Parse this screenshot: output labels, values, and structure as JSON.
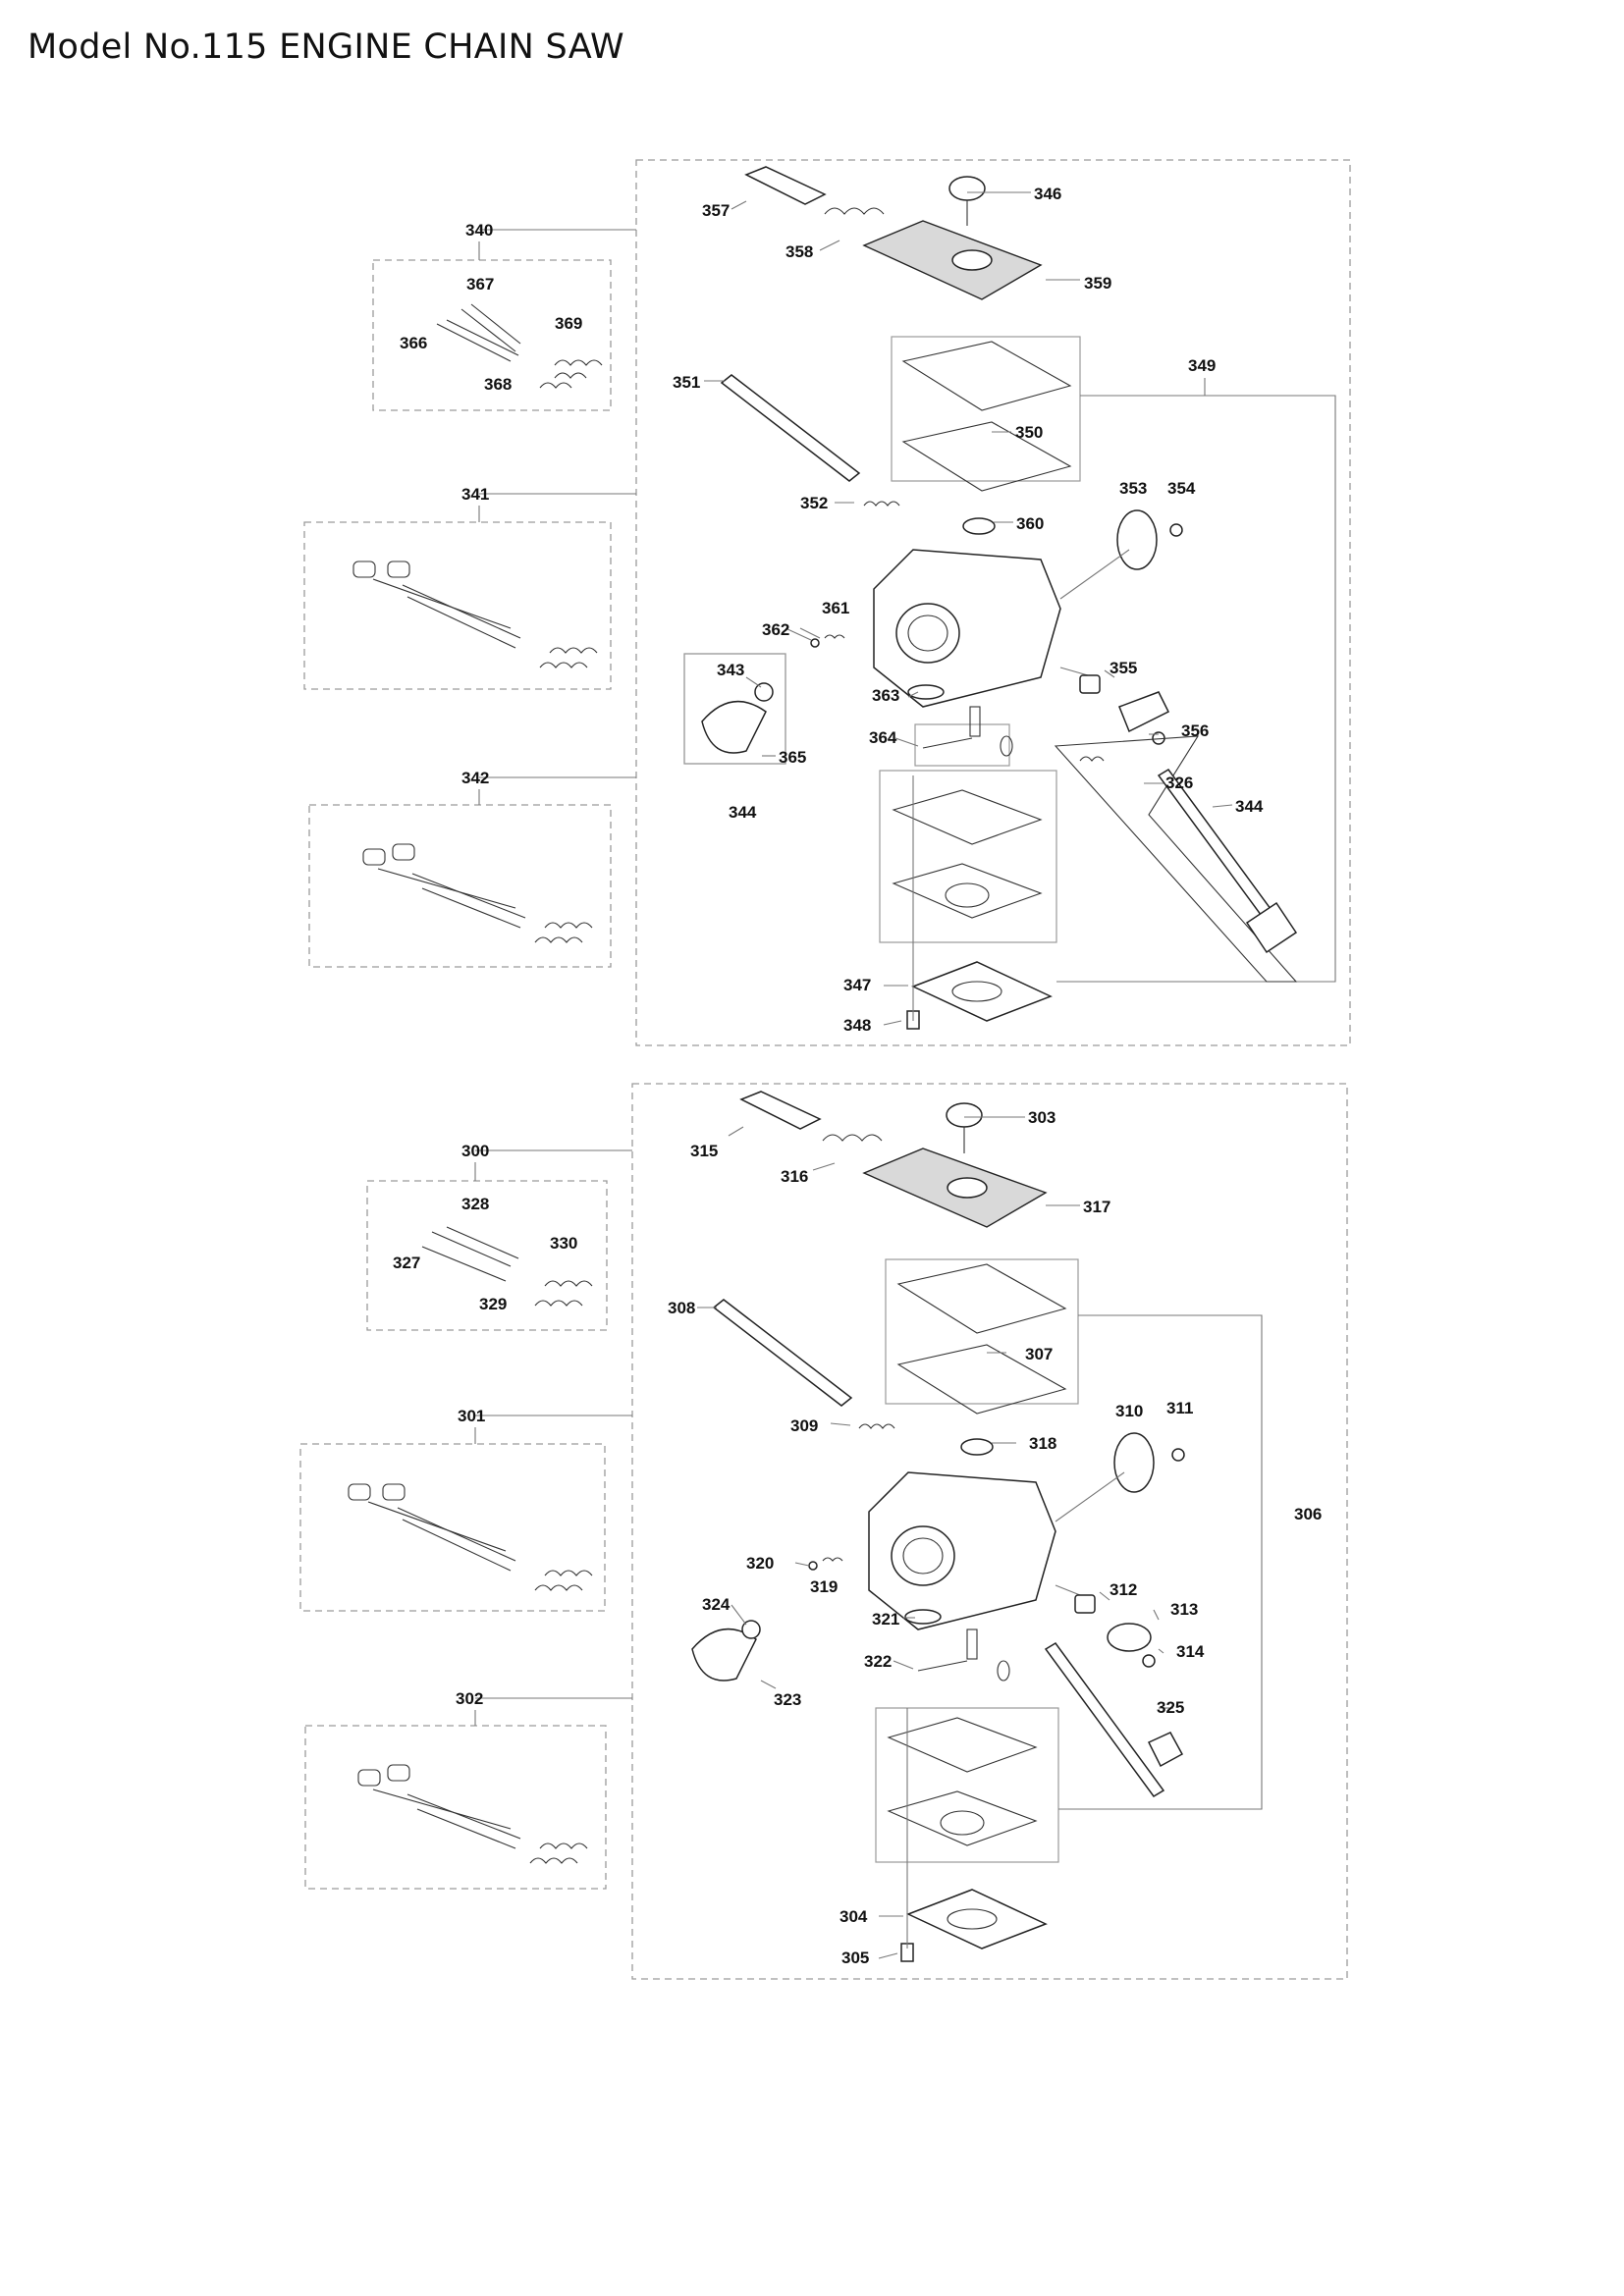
{
  "title": "Model No.115 ENGINE CHAIN SAW",
  "upper_assembly": {
    "labels": [
      "340",
      "367",
      "369",
      "366",
      "368",
      "341",
      "342",
      "357",
      "346",
      "358",
      "359",
      "349",
      "351",
      "350",
      "353",
      "354",
      "352",
      "360",
      "361",
      "362",
      "343",
      "363",
      "355",
      "364",
      "356",
      "365",
      "326",
      "344",
      "344",
      "347",
      "348"
    ]
  },
  "lower_assembly": {
    "labels": [
      "300",
      "328",
      "330",
      "327",
      "329",
      "315",
      "303",
      "316",
      "317",
      "308",
      "307",
      "306",
      "310",
      "311",
      "309",
      "318",
      "301",
      "320",
      "319",
      "324",
      "321",
      "312",
      "313",
      "314",
      "322",
      "323",
      "325",
      "302",
      "304",
      "305"
    ]
  },
  "colors": {
    "line": "#222222",
    "leader": "#777777",
    "frame": "#9a9a9a"
  }
}
